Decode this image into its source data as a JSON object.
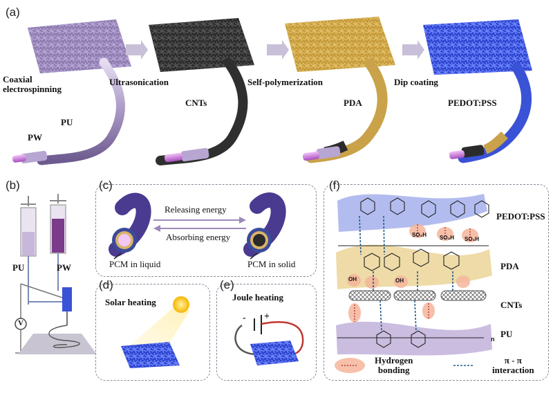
{
  "panels": {
    "a": "(a)",
    "b": "(b)",
    "c": "(c)",
    "d": "(d)",
    "e": "(e)",
    "f": "(f)"
  },
  "panel_a": {
    "step1": "Coaxial\nelectrospinning",
    "pu": "PU",
    "pw": "PW",
    "arrow1": "Ultrasonication",
    "cnts": "CNTs",
    "arrow2": "Self-polymerization",
    "pda": "PDA",
    "arrow3": "Dip coating",
    "pedot": "PEDOT:PSS"
  },
  "panel_b": {
    "pu": "PU",
    "pw": "PW",
    "voltage": "V"
  },
  "panel_c": {
    "releasing": "Releasing energy",
    "absorbing": "Absorbing energy",
    "liquid": "PCM in liquid",
    "solid": "PCM in solid"
  },
  "panel_d": {
    "title": "Solar heating"
  },
  "panel_e": {
    "title": "Joule heating",
    "minus": "-",
    "plus": "+"
  },
  "panel_f": {
    "pedot": "PEDOT:PSS",
    "pda": "PDA",
    "cnts": "CNTs",
    "pu": "PU",
    "legend_hbond": "Hydrogen\nbonding",
    "legend_pipi": "π - π\ninteraction",
    "so3h": "SO₃H",
    "oh": "OH",
    "n_sub": "n"
  },
  "colors": {
    "pu_fiber": "#9b8ab8",
    "pw_core": "#c77ad6",
    "cnt_black": "#2b2b2b",
    "pda_gold": "#c9a24a",
    "pedot_blue": "#3a52d6",
    "pale_arrow": "#c8bfd8"
  }
}
